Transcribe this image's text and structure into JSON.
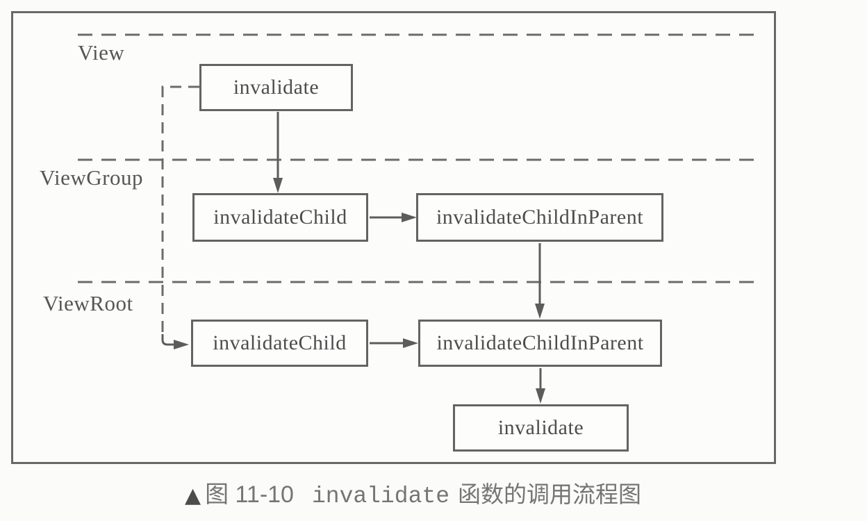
{
  "figure": {
    "lanes": [
      {
        "id": "view",
        "label": "View"
      },
      {
        "id": "viewgroup",
        "label": "ViewGroup"
      },
      {
        "id": "viewroot",
        "label": "ViewRoot"
      }
    ],
    "nodes": [
      {
        "id": "view-invalidate",
        "lane": "View",
        "label": "invalidate"
      },
      {
        "id": "viewgroup-invalidatechild",
        "lane": "ViewGroup",
        "label": "invalidateChild"
      },
      {
        "id": "viewgroup-invalidatechildinparent",
        "lane": "ViewGroup",
        "label": "invalidateChildInParent"
      },
      {
        "id": "viewroot-invalidatechild",
        "lane": "ViewRoot",
        "label": "invalidateChild"
      },
      {
        "id": "viewroot-invalidatechildinparent",
        "lane": "ViewRoot",
        "label": "invalidateChildInParent"
      },
      {
        "id": "viewroot-invalidate",
        "lane": "ViewRoot",
        "label": "invalidate"
      }
    ],
    "edges": [
      {
        "from": "view-invalidate",
        "to": "viewgroup-invalidatechild",
        "style": "solid"
      },
      {
        "from": "viewgroup-invalidatechild",
        "to": "viewgroup-invalidatechildinparent",
        "style": "solid"
      },
      {
        "from": "viewgroup-invalidatechildinparent",
        "to": "viewroot-invalidatechildinparent",
        "style": "solid"
      },
      {
        "from": "viewroot-invalidatechild",
        "to": "viewroot-invalidatechildinparent",
        "style": "solid"
      },
      {
        "from": "viewroot-invalidatechildinparent",
        "to": "viewroot-invalidate",
        "style": "solid"
      },
      {
        "from": "view-invalidate",
        "to": "viewroot-invalidatechild",
        "style": "dashed"
      }
    ],
    "caption": {
      "marker": "▲",
      "figure_number": "图 11-10",
      "code_term": "invalidate",
      "title_suffix": "函数的调用流程图"
    },
    "colors": {
      "frame_border": "#686868",
      "box_border": "#636363",
      "box_text": "#4d4d4d",
      "lane_text": "#565656",
      "connector": "#5c5c5c",
      "dashed_line": "#6b6b6b",
      "caption_text": "#757575",
      "caption_marker": "#4c4c4c",
      "background": "#fbfbf9"
    }
  }
}
